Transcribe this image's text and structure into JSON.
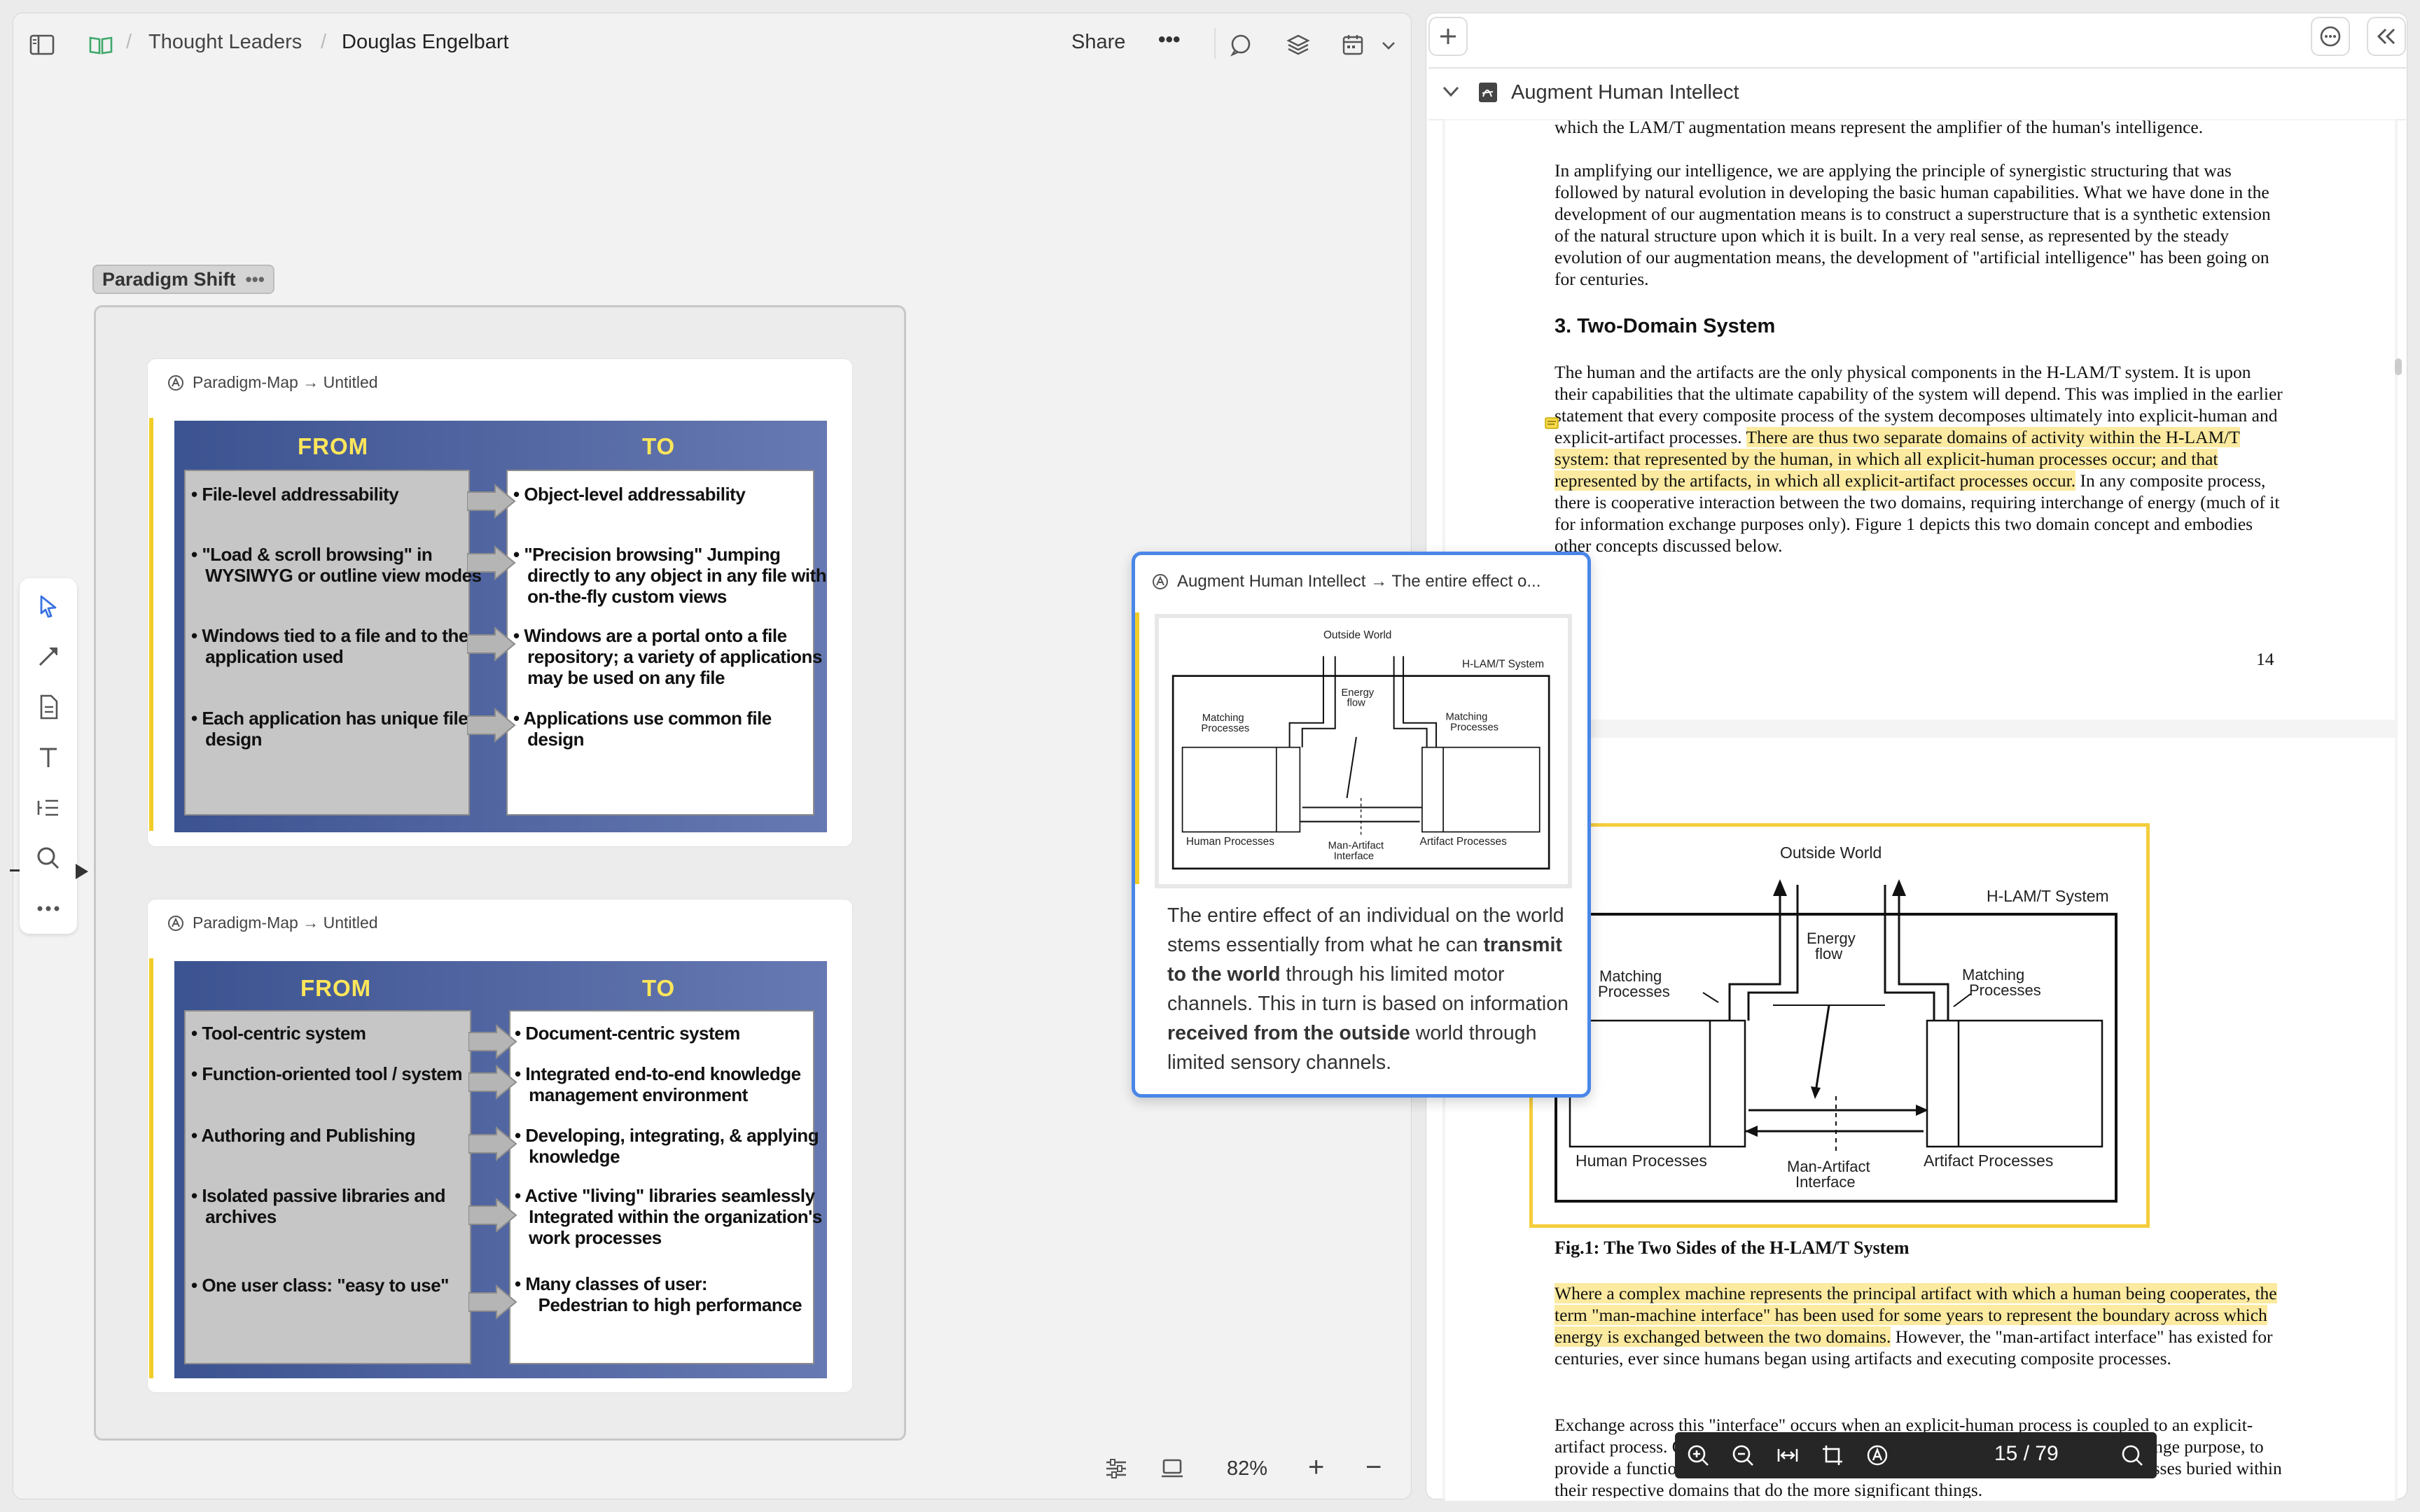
{
  "breadcrumb": {
    "section": "Thought Leaders",
    "page": "Douglas Engelbart"
  },
  "topbar": {
    "share_label": "Share",
    "more_label": "•••"
  },
  "group": {
    "label": "Paradigm Shift",
    "menu": "•••"
  },
  "cards": [
    {
      "title": "Paradigm-Map → Untitled",
      "from_header": "FROM",
      "to_header": "TO",
      "from_items": [
        "• File-level addressability",
        "• \"Load & scroll browsing\" in\n   WYSIWYG or outline view modes",
        "• Windows tied to a file and to the\n   application used",
        "• Each application has unique file\n   design"
      ],
      "to_items": [
        "• Object-level addressability",
        "• \"Precision browsing\" Jumping\n   directly to any object in any file with\n   on-the-fly custom views",
        "• Windows are a portal onto a file\n   repository; a variety of applications\n   may be used on any file",
        "• Applications use common file\n   design"
      ]
    },
    {
      "title": "Paradigm-Map → Untitled",
      "from_header": "FROM",
      "to_header": "TO",
      "from_items": [
        "• Tool-centric system",
        "• Function-oriented tool / system",
        "• Authoring and Publishing",
        "• Isolated passive libraries and\n   archives",
        "• One user class: \"easy to use\""
      ],
      "to_items": [
        "• Document-centric system",
        "• Integrated end-to-end knowledge\n   management environment",
        "• Developing, integrating, & applying\n   knowledge",
        "• Active \"living\" libraries seamlessly\n   Integrated within the organization's\n   work processes",
        "• Many classes of user:\n     Pedestrian to high performance"
      ]
    }
  ],
  "zoom": {
    "value": "82%",
    "plus": "+",
    "minus": "−"
  },
  "doc": {
    "title": "Augment Human Intellect",
    "p0": "which the LAM/T augmentation means represent the amplifier of the human's intelligence.",
    "p1": "In amplifying our intelligence, we are applying the principle of synergistic structuring that was followed by natural evolution in developing the basic human capabilities. What we have done in the development of our augmentation means is to construct a superstructure that is a synthetic extension of the natural structure upon which it is built. In a very real sense, as represented by the steady evolution of our augmentation means, the development of \"artificial intelligence\" has been going on for centuries.",
    "heading": "3. Two-Domain System",
    "p2a": "The human and the artifacts are the only physical components in the H-LAM/T system. It is upon their capabilities that the ultimate capability of the system will depend. This was implied in the earlier statement that every composite process of the system decomposes ultimately into explicit-human and explicit-artifact processes. ",
    "p2b": "There are thus two separate domains of activity within the H-LAM/T system: that represented by the human, in which all explicit-human processes occur; and that represented by the artifacts, in which all explicit-artifact processes occur.",
    "p2c": " In any composite process, there is cooperative interaction between the two domains, requiring interchange of energy (much of it for information exchange purposes only). Figure 1 depicts this two domain concept and embodies other concepts discussed below.",
    "page_number": "14",
    "fig_caption": "Fig.1: The Two Sides of the H-LAM/T System",
    "p3a": "Where a complex machine represents the principal artifact with which a human being cooperates, the term \"man-machine interface\" has been used for some years to represent the boundary across which energy is exchanged between the two domains.",
    "p3b": " However, the \"man-artifact interface\" has existed for centuries, ever since humans began using artifacts and executing composite processes.",
    "p4": "Exchange across this \"interface\" occurs when an explicit-human process is coupled to an explicit-artifact process. Quite often these coupled processes are designed just for this exchange purpose, to provide a functional match between other explicit-human and explicit-artifact processes buried within their respective domains that do the more significant things."
  },
  "figure": {
    "outside_world": "Outside World",
    "system": "H-LAM/T System",
    "energy_flow": "Energy\nflow",
    "matching_left": "Matching\nProcesses",
    "matching_right": "Matching\nProcesses",
    "human": "Human Processes",
    "artifact": "Artifact Processes",
    "interface": "Man-Artifact\nInterface"
  },
  "popup": {
    "title": "Augment Human Intellect → The entire effect o...",
    "text_1": "The entire effect of an individual on the world stems essentially from what he can ",
    "bold_1": "transmit to the world",
    "text_2": " through his limited motor channels. This in turn is based on information ",
    "bold_2": "received from the outside",
    "text_3": " world through limited sensory channels."
  },
  "pdf_toolbar": {
    "page_indicator": "15 / 79"
  },
  "colors": {
    "highlight": "#fbeaa0",
    "card_accent": "#f2cc28",
    "popup_border": "#4a86e8",
    "figure_frame": "#f5cd3c",
    "slide_header": "#ffe65a"
  }
}
